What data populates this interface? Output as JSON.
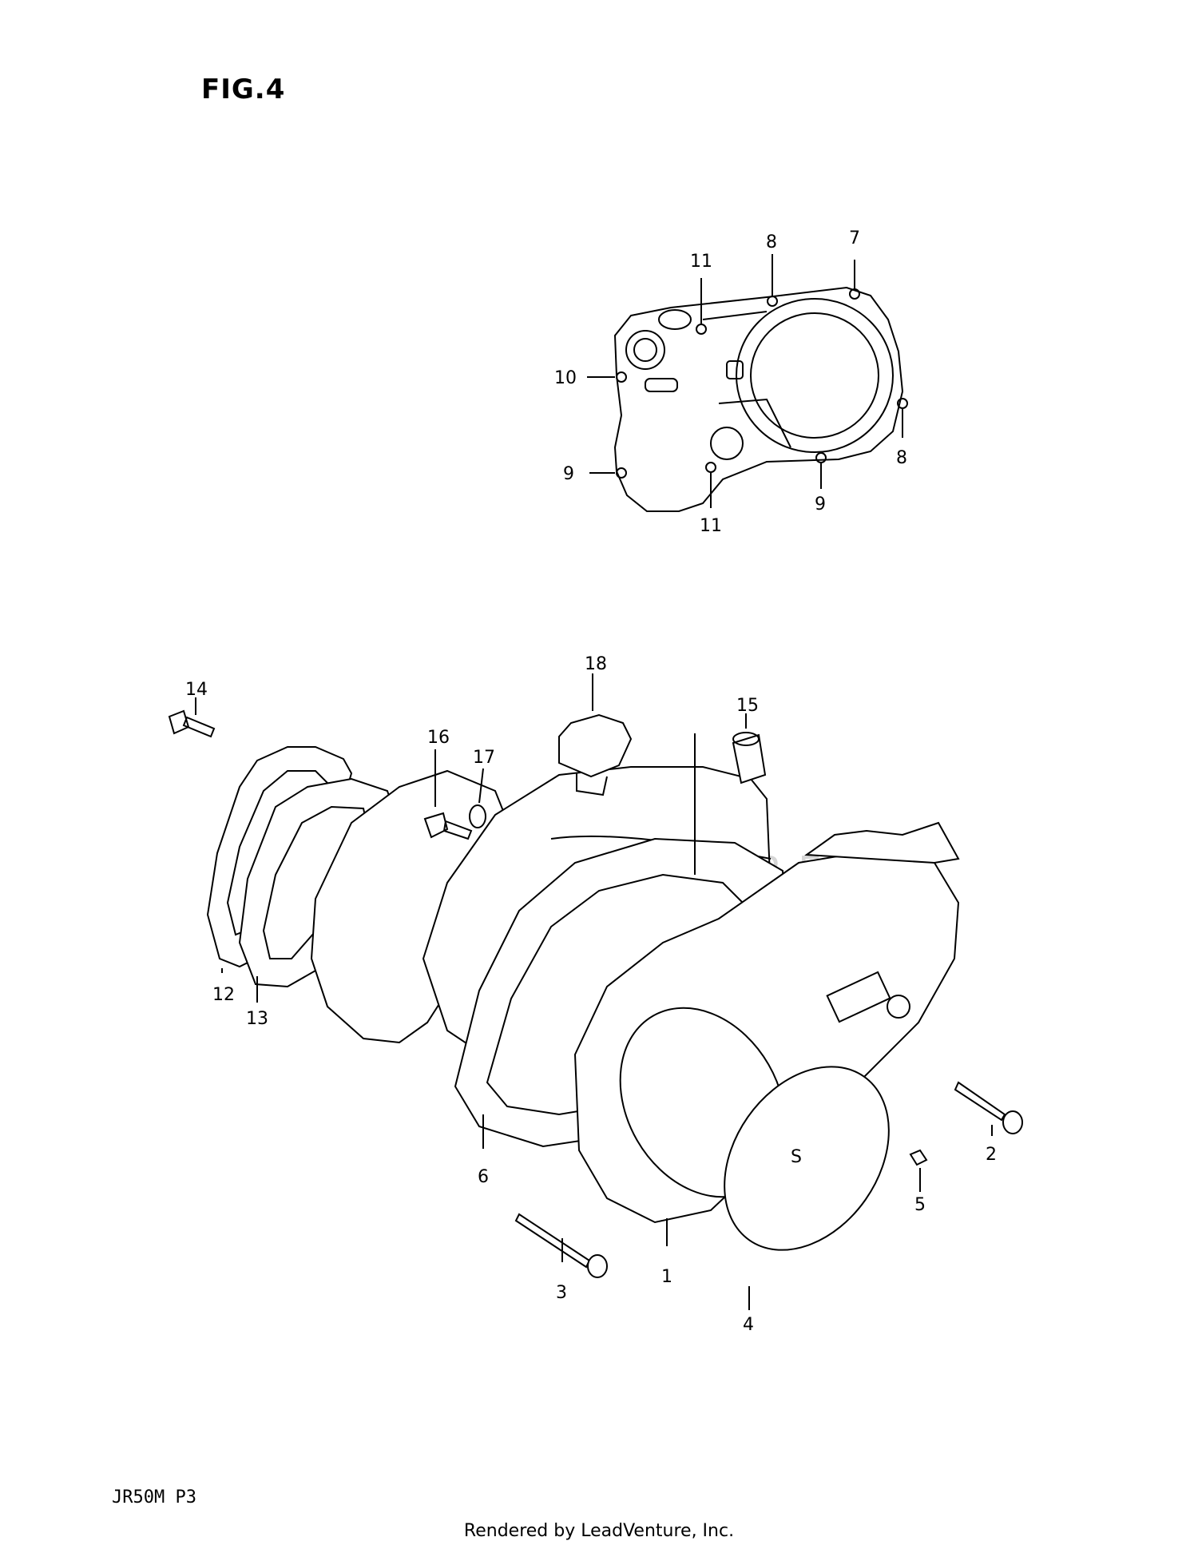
{
  "figure": {
    "title": "FIG.4"
  },
  "model_code": "JR50M P3",
  "footer": "Rendered by LeadVenture, Inc.",
  "watermark": "LEADVENTURE",
  "callouts": [
    "1",
    "2",
    "3",
    "4",
    "5",
    "6",
    "7",
    "8",
    "8",
    "9",
    "9",
    "10",
    "11",
    "11",
    "12",
    "13",
    "14",
    "15",
    "16",
    "17",
    "18"
  ]
}
